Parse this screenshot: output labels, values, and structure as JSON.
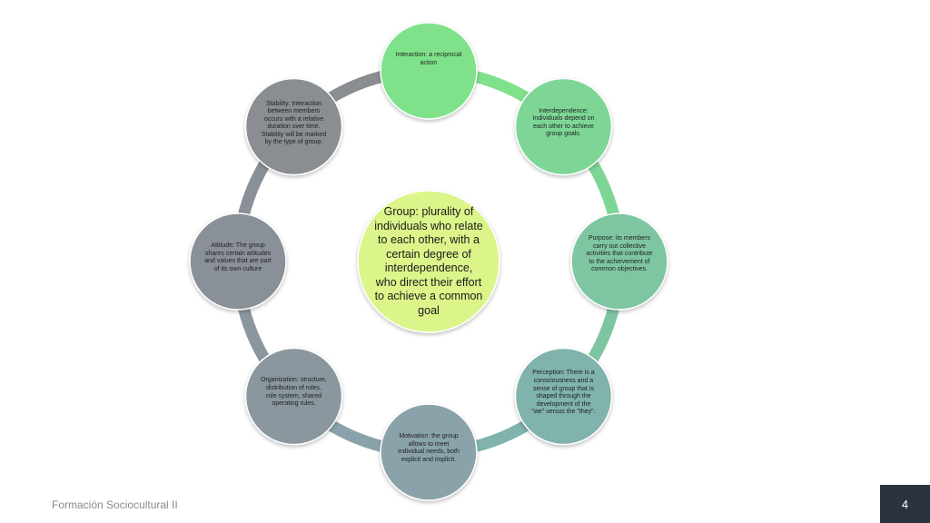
{
  "center": {
    "text": "Group: plurality of\nindividuals who relate\nto each other, with a\ncertain degree of\ninterdependence,\nwho direct their effort\nto achieve a common\ngoal",
    "color": "#dcf58a"
  },
  "nodes": [
    {
      "id": "interaction",
      "text": "Interaction: a reciprocal\naction",
      "color": "#7fe28a"
    },
    {
      "id": "interdependence",
      "text": "Interdependence:\nIndividuals depend on\neach other to achieve\ngroup goals.",
      "color": "#7dd696"
    },
    {
      "id": "purpose",
      "text": "Purpose: its members\ncarry out collective\nactivities that contribute\nto the achievement of\ncommon objectives.",
      "color": "#7ec6a2"
    },
    {
      "id": "perception",
      "text": "Perception: There is a\nconsciousness and a\nsense of group that is\nshaped through the\ndevelopment of the\n\"we\" versus the \"they\".",
      "color": "#7fb3ab"
    },
    {
      "id": "motivation",
      "text": "Motivation: the group\nallows to meet\nindividual needs, both\nexplicit and implicit.",
      "color": "#8aa3ab"
    },
    {
      "id": "organization",
      "text": "Organization: structure,\ndistribution of roles,\nrole system, shared\noperating rules.",
      "color": "#8a979f"
    },
    {
      "id": "attitude",
      "text": "Attitude: The group\nshares certain attitudes\nand values that are part\nof its own culture",
      "color": "#8a9098"
    },
    {
      "id": "stability",
      "text": "Stability: Interaction\nbetween members\noccurs with a relative\nduration over time.\nStability will be marked\nby the type of group.",
      "color": "#8a8d91"
    }
  ],
  "ring_colors": [
    "#7fe28a",
    "#7dd696",
    "#7ec6a2",
    "#7fb3ab",
    "#8aa3ab",
    "#8a979f",
    "#8a9098",
    "#8a8d91"
  ],
  "footer": {
    "left_text": "Formación Sociocultural II",
    "page_number": "4"
  }
}
